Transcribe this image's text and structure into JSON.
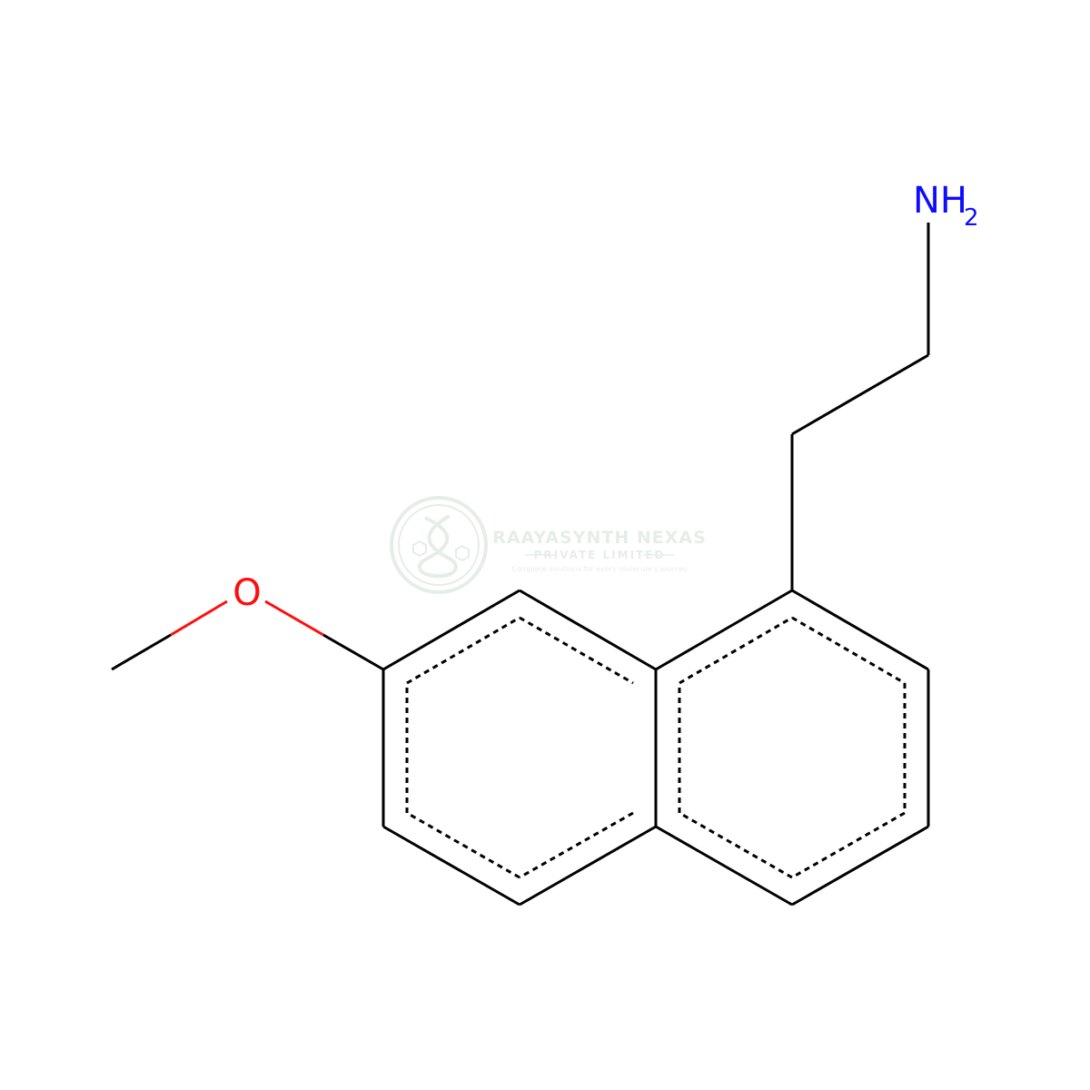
{
  "molecule": {
    "atoms": {
      "oxygen": "O",
      "nitrogen": "NH",
      "nitrogen_subscript": "2"
    },
    "colors": {
      "bond": "#000000",
      "oxygen": "#ff0d0d",
      "nitrogen": "#0d0dff"
    }
  },
  "watermark": {
    "company_name": "RAAYASYNTH NEXAS",
    "company_type": "PRIVATE LIMITED",
    "tagline": "Complete solutions for every molecule's journey",
    "color": "#4a7a52"
  }
}
